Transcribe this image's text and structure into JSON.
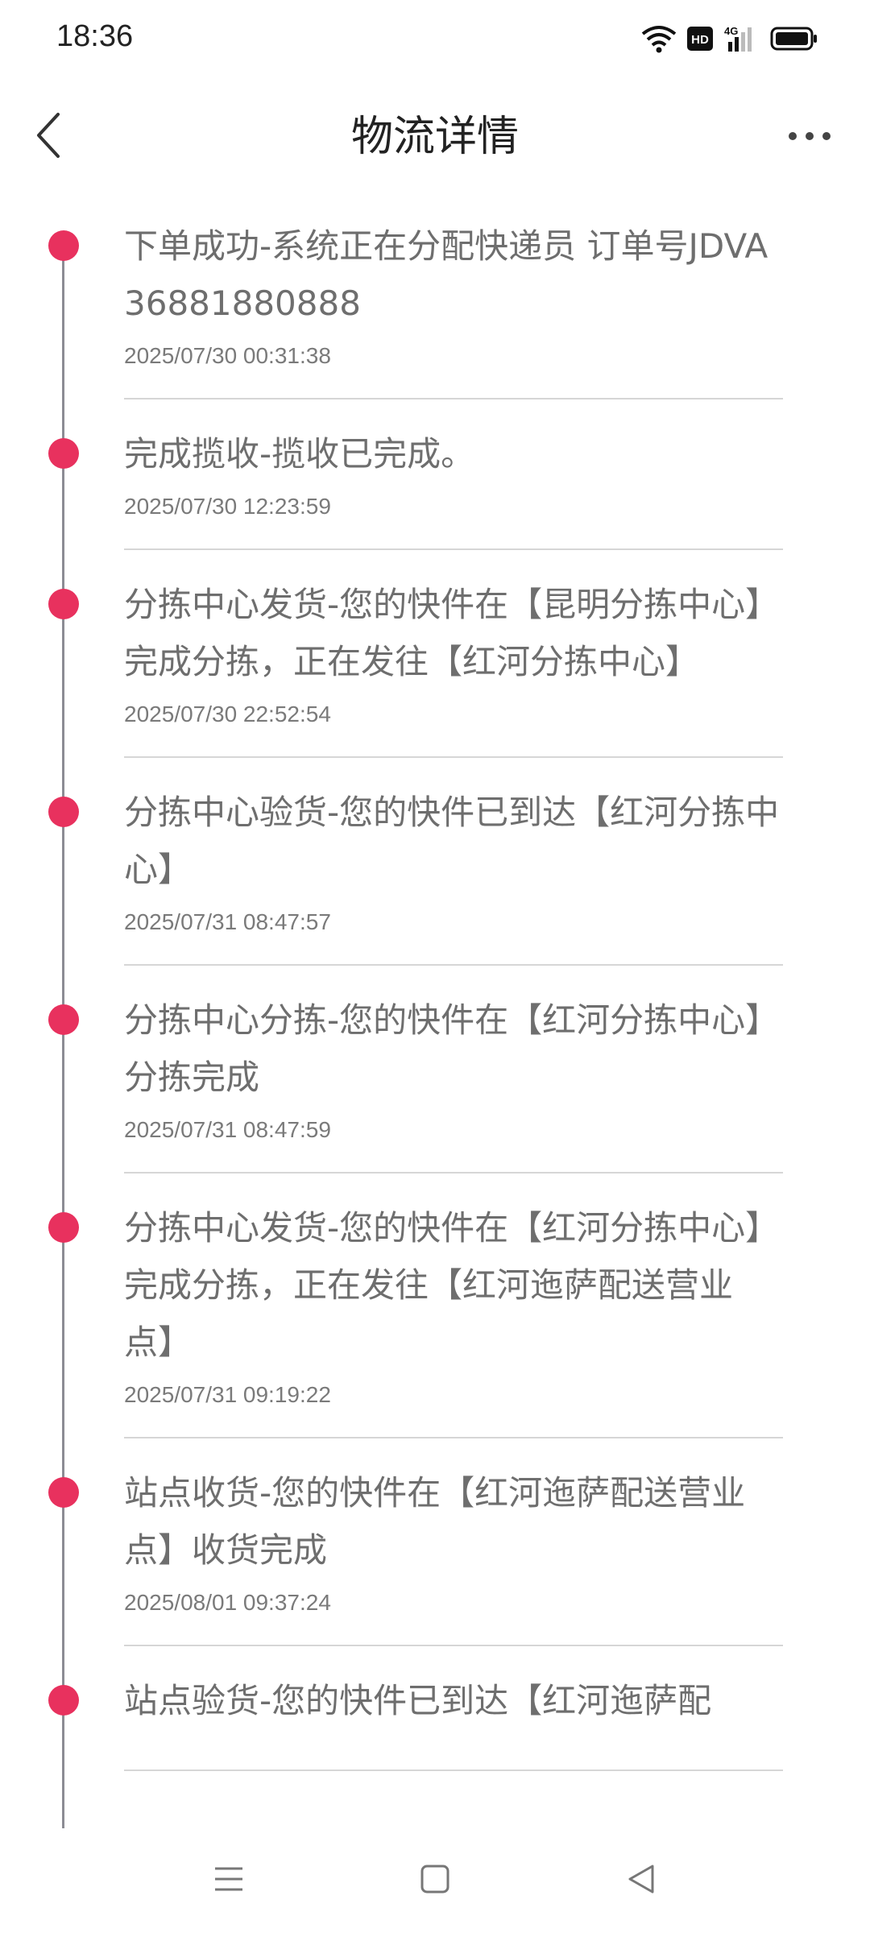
{
  "status_bar": {
    "time": "18:36",
    "icons": [
      "wifi-icon",
      "hd-icon",
      "4g-signal-icon",
      "battery-icon"
    ],
    "network": "4G"
  },
  "header": {
    "title": "物流详情",
    "back_icon": "chevron-left-icon",
    "more_icon": "more-dots-icon"
  },
  "colors": {
    "dot": "#e8315e",
    "line": "#8c8c94",
    "text": "#6e6e6e"
  },
  "events": [
    {
      "text": "下单成功-系统正在分配快递员 订单号JDVA36881880888",
      "time": "2025/07/30 00:31:38"
    },
    {
      "text": "完成揽收-揽收已完成。",
      "time": "2025/07/30 12:23:59"
    },
    {
      "text": "分拣中心发货-您的快件在【昆明分拣中心】完成分拣，正在发往【红河分拣中心】",
      "time": "2025/07/30 22:52:54"
    },
    {
      "text": "分拣中心验货-您的快件已到达【红河分拣中心】",
      "time": "2025/07/31 08:47:57"
    },
    {
      "text": "分拣中心分拣-您的快件在【红河分拣中心】分拣完成",
      "time": "2025/07/31 08:47:59"
    },
    {
      "text": "分拣中心发货-您的快件在【红河分拣中心】完成分拣，正在发往【红河迤萨配送营业点】",
      "time": "2025/07/31 09:19:22"
    },
    {
      "text": "站点收货-您的快件在【红河迤萨配送营业点】收货完成",
      "time": "2025/08/01 09:37:24"
    },
    {
      "text": "站点验货-您的快件已到达【红河迤萨配",
      "time": ""
    }
  ],
  "nav_bar": {
    "icons": [
      "menu-icon",
      "home-square-icon",
      "back-triangle-icon"
    ]
  }
}
